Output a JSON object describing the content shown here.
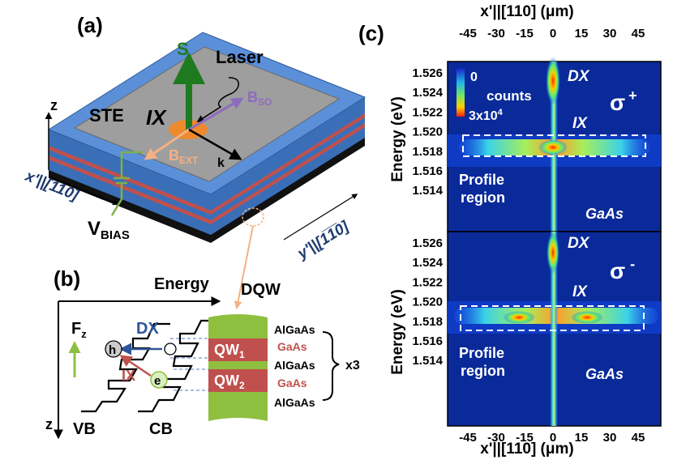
{
  "panel_a": {
    "label": "(a)",
    "s_label": "S",
    "laser_label": "Laser",
    "bso_main": "B",
    "bso_sub": "SO",
    "ste_label": "STE",
    "ix_label": "IX",
    "bext_main": "B",
    "bext_sub": "EXT",
    "k_label": "k",
    "z_label": "z",
    "x_axis_label": "x'||[110]",
    "y_axis_label": "y'||[1̅1̅0]",
    "vbias_main": "V",
    "vbias_sub": "BIAS"
  },
  "panel_b": {
    "label": "(b)",
    "energy_label": "Energy",
    "dqw_label": "DQW",
    "fz_main": "F",
    "fz_sub": "z",
    "z_label": "z",
    "dx_label": "DX",
    "ix_label": "IX",
    "h_label": "h",
    "e_label": "e",
    "vb_label": "VB",
    "cb_label": "CB",
    "qw1_main": "QW",
    "qw1_sub": "1",
    "qw2_main": "QW",
    "qw2_sub": "2",
    "layers": [
      "AlGaAs",
      "GaAs",
      "AlGaAs",
      "GaAs",
      "AlGaAs"
    ],
    "multiplier": "x3"
  },
  "panel_c": {
    "label": "(c)",
    "top_axis_title": "x'||[110] (μm)",
    "bottom_axis_title": "x'||[110] (μm)",
    "x_ticks": [
      "-45",
      "-30",
      "-15",
      "0",
      "15",
      "30",
      "45"
    ],
    "y_title": "Energy (eV)",
    "y_ticks": [
      "1.526",
      "1.524",
      "1.522",
      "1.520",
      "1.518",
      "1.516",
      "1.514"
    ],
    "colorbar": {
      "min": "0",
      "label": "counts",
      "max": "3x10",
      "max_exp": "4"
    },
    "top_map": {
      "polarization": "σ",
      "sign": "+",
      "dx": "DX",
      "ix": "IX",
      "gaas": "GaAs",
      "region_l1": "Profile",
      "region_l2": "region"
    },
    "bottom_map": {
      "polarization": "σ",
      "sign": "-",
      "dx": "DX",
      "ix": "IX",
      "gaas": "GaAs",
      "region_l1": "Profile",
      "region_l2": "region"
    }
  },
  "colors": {
    "map_background": "#0a2a9a",
    "slab_top": "#5b8fd8",
    "quantum_well_layer": "#c0504d",
    "well_green": "#8fbf3f",
    "bso_arrow": "#8e6bbf",
    "bext_arrow": "#f4b183",
    "s_arrow": "#1f7a1f",
    "axis_label_blue": "#1f3b70"
  }
}
